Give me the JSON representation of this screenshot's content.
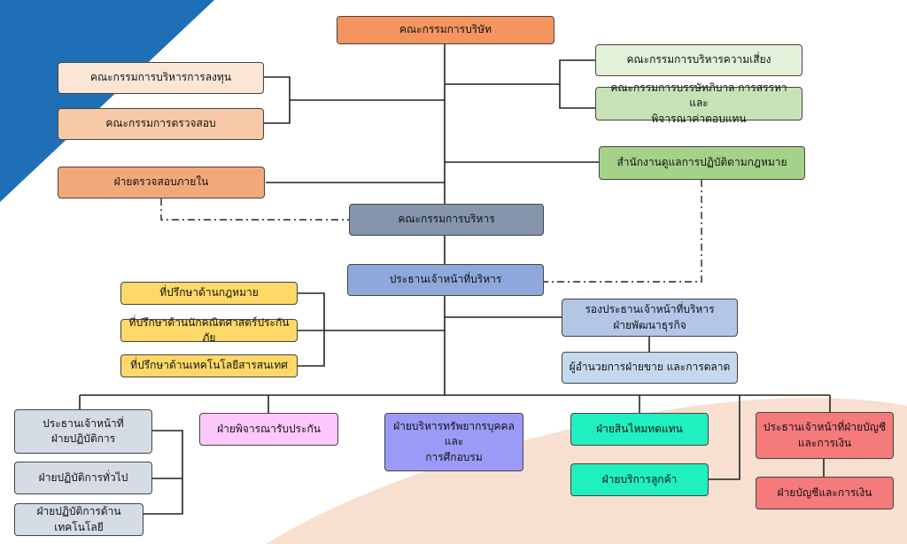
{
  "colors": {
    "triangle": "#1f6fb7",
    "arc": "#f7e0d0",
    "board": "#f4955f",
    "invest": "#fbe6d6",
    "audit_comm": "#f7c9a6",
    "internal_audit": "#f2a97a",
    "risk": "#e3f0da",
    "nomination": "#c7e3b5",
    "compliance": "#a5d28a",
    "exec_comm": "#8595ac",
    "ceo": "#8fa8dc",
    "advisor": "#fed967",
    "deputy": "#b3c6e6",
    "sales_mkt": "#c4d9ef",
    "ops": "#d6dce5",
    "underwriting": "#fcc8fc",
    "hr": "#9b9bf7",
    "claims": "#20f0c0",
    "finance": "#f57a7a"
  },
  "org": {
    "board": "คณะกรรมการบริษัท",
    "investment_committee": "คณะกรรมการบริหารการลงทุน",
    "audit_committee": "คณะกรรมการตรวจสอบ",
    "internal_audit": "ฝ่ายตรวจสอบภายใน",
    "risk_committee": "คณะกรรมการบริหารความเสี่ยง",
    "governance_committee": "คณะกรรมการบรรษัทภิบาล การสรรหาและ\nพิจารณาค่าตอบแทน",
    "compliance_office": "สำนักงานดูแลการปฏิบัติตามกฎหมาย",
    "executive_committee": "คณะกรรมการบริหาร",
    "ceo": "ประธานเจ้าหน้าที่บริหาร",
    "legal_advisor": "ที่ปรึกษาด้านกฎหมาย",
    "actuarial_advisor": "ที่ปรึกษาด้านนักคณิตศาสตร์ประกันภัย",
    "it_advisor": "ที่ปรึกษาด้านเทคโนโลยีสารสนเทศ",
    "deputy_ceo": "รองประธานเจ้าหน้าที่บริหาร\nฝ่ายพัฒนาธุรกิจ",
    "sales_marketing": "ผู้อำนวยการฝ่ายขาย และการตลาด",
    "coo": "ประธานเจ้าหน้าที่\nฝ่ายปฏิบัติการ",
    "general_ops": "ฝ่ายปฏิบัติการทั่วไป",
    "tech_ops": "ฝ่ายปฏิบัติการด้านเทคโนโลยี",
    "underwriting": "ฝ่ายพิจารณารับประกัน",
    "hr": "ฝ่ายบริหารทรัพยากรบุคคล\nและ\nการศึกอบรม",
    "claims": "ฝ่ายสินไหมทดแทน",
    "customer_service": "ฝ่ายบริการลูกค้า",
    "cfo": "ประธานเจ้าหน้าที่ฝ่ายบัญชี\nและการเงิน",
    "accounting_finance": "ฝ่ายบัญชีและการเงิน"
  }
}
